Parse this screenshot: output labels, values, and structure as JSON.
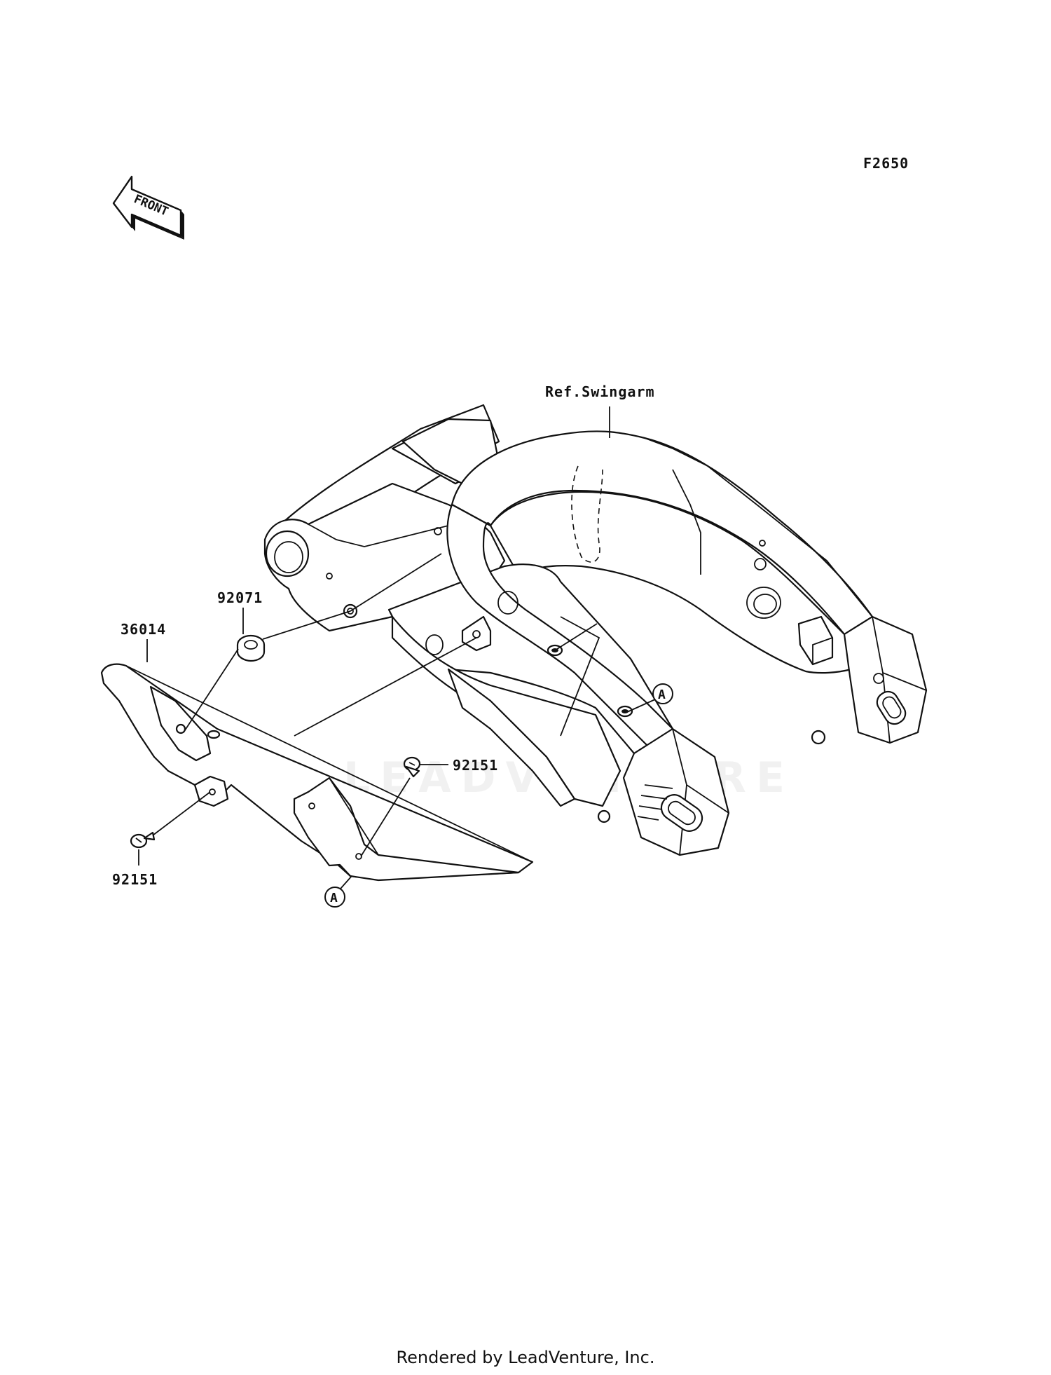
{
  "diagram_id": "F2650",
  "front_label": "FRONT",
  "reference_label": "Ref.Swingarm",
  "parts": {
    "chain_cover": "36014",
    "grommet": "92071",
    "bolt_upper": "92151",
    "bolt_lower": "92151"
  },
  "callouts": {
    "a_upper": "A",
    "a_lower": "A"
  },
  "watermark": "LEADVENTURE",
  "footer": "Rendered by LeadVenture, Inc."
}
